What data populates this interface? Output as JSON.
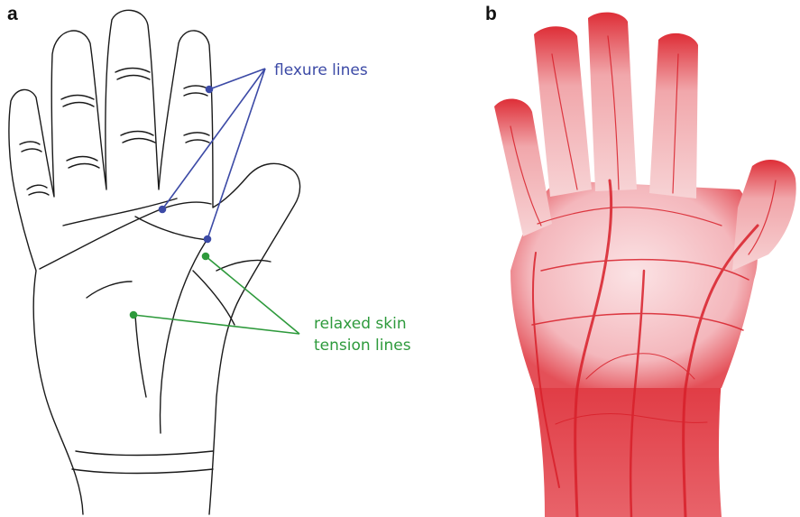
{
  "panels": [
    {
      "id": "a",
      "label": "a"
    },
    {
      "id": "b",
      "label": "b"
    }
  ],
  "annotations": {
    "flexure": {
      "text": "flexure lines",
      "color": "#3c4aa6"
    },
    "rstl": {
      "line1": "relaxed skin",
      "line2": "tension lines",
      "color": "#2e9a3c"
    }
  },
  "colors": {
    "sketch": "#1a1a1a",
    "vessels": "#d8202a",
    "vessels_light": "#f2b8bc"
  }
}
